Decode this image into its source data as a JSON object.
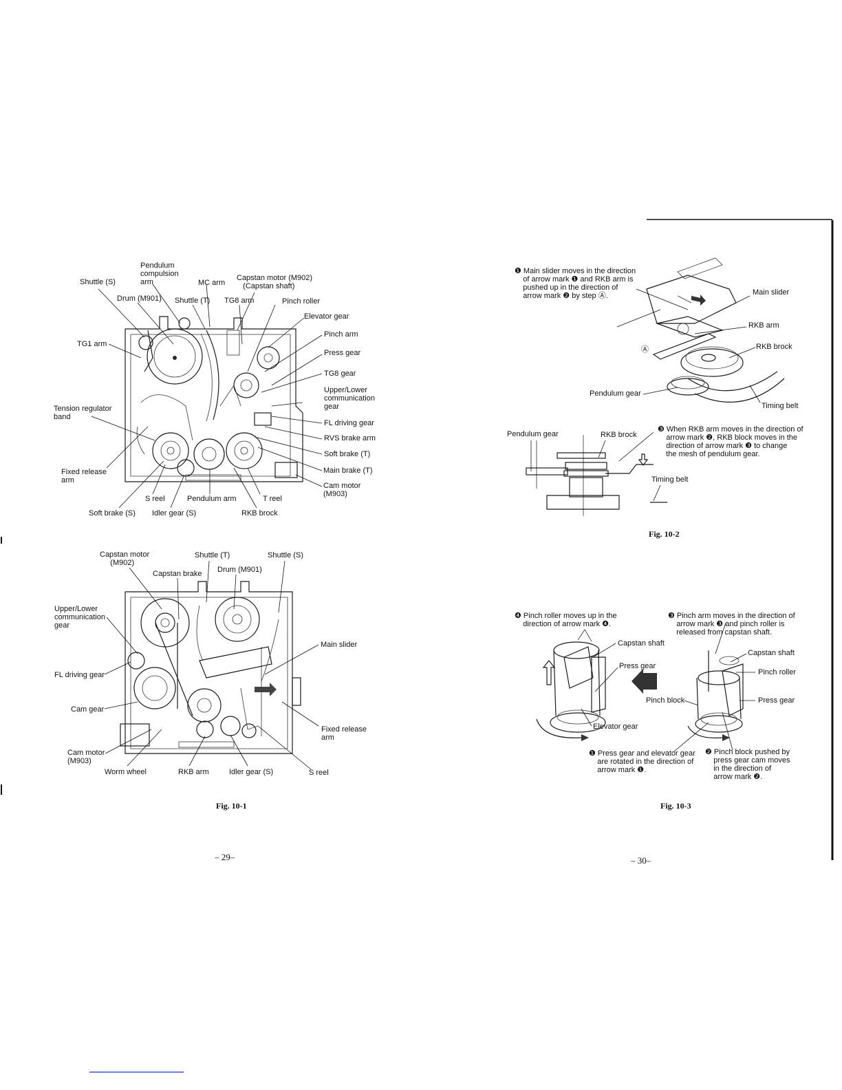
{
  "page_numbers": {
    "left": "– 29–",
    "right": "– 30–"
  },
  "fig_10_1": {
    "caption": "Fig. 10-1",
    "top_labels": [
      {
        "key": "pendulum_compulsion_arm",
        "text": "Pendulum\ncompulsion\narm"
      },
      {
        "key": "shuttle_s",
        "text": "Shuttle (S)"
      },
      {
        "key": "mc_arm",
        "text": "MC arm"
      },
      {
        "key": "capstan_motor",
        "text": "Capstan motor (M902)\n   (Capstan shaft)"
      },
      {
        "key": "drum",
        "text": "Drum (M901)"
      },
      {
        "key": "shuttle_t",
        "text": "Shuttle (T)"
      },
      {
        "key": "tg8_arm",
        "text": "TG8 arm"
      },
      {
        "key": "pinch_roller",
        "text": "Pinch roller"
      },
      {
        "key": "elevator_gear",
        "text": "Elevator gear"
      },
      {
        "key": "tg1_arm",
        "text": "TG1 arm"
      },
      {
        "key": "pinch_arm",
        "text": "Pinch arm"
      },
      {
        "key": "press_gear",
        "text": "Press gear"
      },
      {
        "key": "tg8_gear",
        "text": "TG8 gear"
      },
      {
        "key": "upper_lower",
        "text": "Upper/Lower\ncommunication\ngear"
      },
      {
        "key": "tension_band",
        "text": "Tension regulator\nband"
      },
      {
        "key": "fl_driving_gear",
        "text": "FL driving gear"
      },
      {
        "key": "rvs_brake_arm",
        "text": "RVS brake arm"
      },
      {
        "key": "soft_brake_t",
        "text": "Soft brake (T)"
      },
      {
        "key": "fixed_release_arm",
        "text": "Fixed release\narm"
      },
      {
        "key": "main_brake_t",
        "text": "Main brake (T)"
      },
      {
        "key": "cam_motor",
        "text": "Cam motor\n(M903)"
      },
      {
        "key": "s_reel",
        "text": "S reel"
      },
      {
        "key": "pendulum_arm",
        "text": "Pendulum arm"
      },
      {
        "key": "t_reel",
        "text": "T reel"
      },
      {
        "key": "soft_brake_s",
        "text": "Soft brake (S)"
      },
      {
        "key": "idler_gear_s",
        "text": "Idler gear (S)"
      },
      {
        "key": "rkb_brock",
        "text": "RKB brock"
      }
    ],
    "bottom_labels": [
      {
        "key": "capstan_motor",
        "text": "Capstan motor\n     (M902)"
      },
      {
        "key": "shuttle_t",
        "text": "Shuttle (T)"
      },
      {
        "key": "shuttle_s",
        "text": "Shuttle (S)"
      },
      {
        "key": "capstan_brake",
        "text": "Capstan brake"
      },
      {
        "key": "drum",
        "text": "Drum (M901)"
      },
      {
        "key": "upper_lower",
        "text": "Upper/Lower\ncommunication\ngear"
      },
      {
        "key": "main_slider",
        "text": "Main slider"
      },
      {
        "key": "fl_driving_gear",
        "text": "FL driving gear"
      },
      {
        "key": "cam_gear",
        "text": "Cam gear"
      },
      {
        "key": "fixed_release_arm",
        "text": "Fixed release\narm"
      },
      {
        "key": "cam_motor",
        "text": "Cam motor\n(M903)"
      },
      {
        "key": "worm_wheel",
        "text": "Worm wheel"
      },
      {
        "key": "rkb_arm",
        "text": "RKB arm"
      },
      {
        "key": "idler_gear_s",
        "text": "Idler gear (S)"
      },
      {
        "key": "s_reel",
        "text": "S reel"
      }
    ]
  },
  "fig_10_2": {
    "caption": "Fig. 10-2",
    "note1": "❶ Main slider moves in the direction\n    of arrow mark ❶ and RKB arm is\n    pushed up in the direction of\n    arrow mark ❷ by step Ⓐ.",
    "note2": "❸ When RKB arm moves in the direction of\n    arrow mark ❷, RKB block moves in the\n    direction of arrow mark ❸ to change\n    the mesh of pendulum gear.",
    "labels": {
      "main_slider": "Main slider",
      "rkb_arm": "RKB arm",
      "rkb_brock": "RKB brock",
      "pendulum_gear": "Pendulum gear",
      "timing_belt": "Timing belt",
      "step_a": "Ⓐ",
      "pendulum_gear_2": "Pendulum gear",
      "rkb_brock_2": "RKB brock",
      "timing_belt_2": "Timing belt"
    }
  },
  "fig_10_3": {
    "caption": "Fig. 10-3",
    "note4": "❹ Pinch roller moves up in the\n    direction of arrow mark ❹.",
    "note3": "❸ Pinch arm moves in the direction of\n    arrow mark ❸ and pinch roller is\n    released from capstan shaft.",
    "note1": "❶ Press gear and elevator gear\n    are rotated in the direction of\n    arrow mark ❶.",
    "note2": "❷ Pinch block pushed by\n    press gear cam moves\n    in the direction of\n    arrow mark ❷.",
    "labels": {
      "capstan_shaft_1": "Capstan shaft",
      "press_gear_1": "Press gear",
      "elevator_gear": "Elevator gear",
      "pinch_block": "Pinch block",
      "capstan_shaft_2": "Capstan shaft",
      "pinch_roller": "Pinch roller",
      "press_gear_2": "Press gear"
    }
  }
}
